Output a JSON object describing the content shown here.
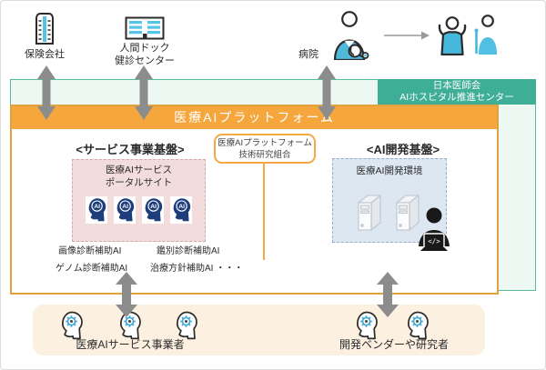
{
  "colors": {
    "teal": "#3fae96",
    "mint_bg": "#eef8f3",
    "orange": "#f5a73e",
    "orange_border": "#e0a23c",
    "pink_bg": "#f3dcdc",
    "blue_bg": "#dce7f2",
    "cream_bg": "#fcf0e1",
    "arrow_gray": "#8c8c8c",
    "navy_head": "#1e3e7b",
    "cyan": "#4fb9dc"
  },
  "top_row": {
    "insurance_label": "保険会社",
    "checkup_label_line1": "人間ドック",
    "checkup_label_line2": "健診センター",
    "hospital_label": "病院"
  },
  "jma_box": {
    "line1": "日本医師会",
    "line2": "AIホスピタル推進センター"
  },
  "platform": {
    "banner": "医療AIプラットフォーム",
    "service_title": "<サービス事業基盤>",
    "dev_title": "<AI開発基盤>",
    "org_line1": "医療AIプラットフォーム",
    "org_line2": "技術研究組合",
    "portal_line1": "医療AIサービス",
    "portal_line2": "ポータルサイト",
    "ai_head_label": "AI",
    "ai_services": [
      "画像診断補助AI",
      "鑑別診断補助AI",
      "ゲノム診断補助AI",
      "治療方針補助AI ・・・"
    ],
    "dev_env_label": "医療AI開発環境",
    "code_glyph": "</>"
  },
  "bottom": {
    "service_providers_label": "医療AIサービス事業者",
    "dev_vendors_label": "開発ベンダーや研究者"
  }
}
